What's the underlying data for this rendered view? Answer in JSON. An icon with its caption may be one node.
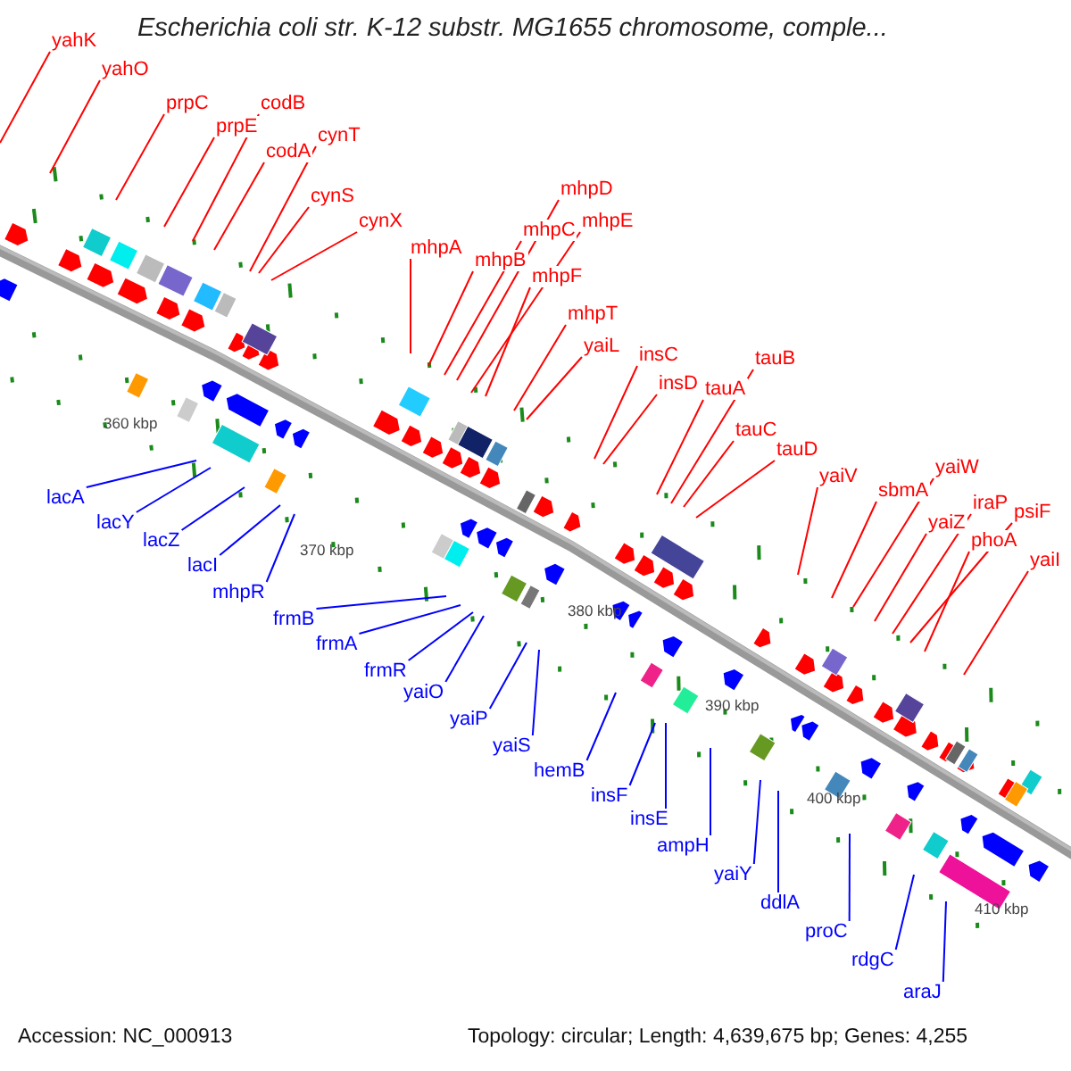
{
  "diagram": {
    "title": "Escherichia coli str. K-12 substr. MG1655 chromosome, comple...",
    "nodes": [
      {
        "text": [
          "yahK"
        ]
      },
      {
        "text": [
          "yahO"
        ]
      },
      {
        "text": [
          "prpC"
        ]
      },
      {
        "text": [
          "prpE"
        ]
      },
      {
        "text": [
          "codB"
        ]
      },
      {
        "text": [
          "codA"
        ]
      },
      {
        "text": [
          "cynT"
        ]
      },
      {
        "text": [
          "cynS"
        ]
      },
      {
        "text": [
          "cynX"
        ]
      },
      {
        "text": [
          "mhpA"
        ]
      },
      {
        "text": [
          "mhpB"
        ]
      },
      {
        "text": [
          "mhpC"
        ]
      },
      {
        "text": [
          "mhpD"
        ]
      },
      {
        "text": [
          "mhpE"
        ]
      },
      {
        "text": [
          "mhpF"
        ]
      },
      {
        "text": [
          "mhpT"
        ]
      },
      {
        "text": [
          "yaiL"
        ]
      },
      {
        "text": [
          "insC"
        ]
      },
      {
        "text": [
          "insD"
        ]
      },
      {
        "text": [
          "tauA"
        ]
      },
      {
        "text": [
          "tauB"
        ]
      },
      {
        "text": [
          "tauC"
        ]
      },
      {
        "text": [
          "tauD"
        ]
      },
      {
        "text": [
          "yaiV"
        ]
      },
      {
        "text": [
          "sbmA"
        ]
      },
      {
        "text": [
          "yaiW"
        ]
      },
      {
        "text": [
          "yaiZ"
        ]
      },
      {
        "text": [
          "iraP"
        ]
      },
      {
        "text": [
          "psiF"
        ]
      },
      {
        "text": [
          "phoA"
        ]
      },
      {
        "text": [
          "yaiI"
        ]
      },
      {
        "text": [
          "lacA"
        ]
      },
      {
        "text": [
          "lacY"
        ]
      },
      {
        "text": [
          "lacZ"
        ]
      },
      {
        "text": [
          "lacI"
        ]
      },
      {
        "text": [
          "mhpR"
        ]
      },
      {
        "text": [
          "frmB"
        ]
      },
      {
        "text": [
          "frmA"
        ]
      },
      {
        "text": [
          "frmR"
        ]
      },
      {
        "text": [
          "yaiO"
        ]
      },
      {
        "text": [
          "yaiP"
        ]
      },
      {
        "text": [
          "yaiS"
        ]
      },
      {
        "text": [
          "hemB"
        ]
      },
      {
        "text": [
          "insF"
        ]
      },
      {
        "text": [
          "insE"
        ]
      },
      {
        "text": [
          "ampH"
        ]
      },
      {
        "text": [
          "yaiY"
        ]
      },
      {
        "text": [
          "ddlA"
        ]
      },
      {
        "text": [
          "proC"
        ]
      },
      {
        "text": [
          "rdgC"
        ]
      },
      {
        "text": [
          "araJ"
        ]
      }
    ],
    "edges": [
      {
        "from": 0,
        "to": null,
        "arrow": "none"
      },
      {
        "from": 1,
        "to": null,
        "arrow": "none"
      },
      {
        "from": 2,
        "to": null,
        "arrow": "none"
      },
      {
        "from": 3,
        "to": null,
        "arrow": "none"
      },
      {
        "from": 4,
        "to": null,
        "arrow": "none"
      },
      {
        "from": 5,
        "to": null,
        "arrow": "none"
      },
      {
        "from": 6,
        "to": null,
        "arrow": "none"
      },
      {
        "from": 7,
        "to": null,
        "arrow": "none"
      },
      {
        "from": 8,
        "to": null,
        "arrow": "none"
      },
      {
        "from": 9,
        "to": null,
        "arrow": "none"
      },
      {
        "from": 10,
        "to": null,
        "arrow": "none"
      },
      {
        "from": 11,
        "to": null,
        "arrow": "none"
      },
      {
        "from": 12,
        "to": null,
        "arrow": "none"
      },
      {
        "from": 13,
        "to": null,
        "arrow": "none"
      },
      {
        "from": 14,
        "to": null,
        "arrow": "none"
      },
      {
        "from": 15,
        "to": null,
        "arrow": "none"
      },
      {
        "from": 16,
        "to": null,
        "arrow": "none"
      },
      {
        "from": 17,
        "to": null,
        "arrow": "none"
      },
      {
        "from": 18,
        "to": null,
        "arrow": "none"
      },
      {
        "from": 19,
        "to": null,
        "arrow": "none"
      },
      {
        "from": 20,
        "to": null,
        "arrow": "none"
      },
      {
        "from": 21,
        "to": null,
        "arrow": "none"
      },
      {
        "from": 22,
        "to": null,
        "arrow": "none"
      },
      {
        "from": 23,
        "to": null,
        "arrow": "none"
      },
      {
        "from": 24,
        "to": null,
        "arrow": "none"
      },
      {
        "from": 25,
        "to": null,
        "arrow": "none"
      },
      {
        "from": 26,
        "to": null,
        "arrow": "none"
      },
      {
        "from": 27,
        "to": null,
        "arrow": "none"
      },
      {
        "from": 28,
        "to": null,
        "arrow": "none"
      },
      {
        "from": 29,
        "to": null,
        "arrow": "none"
      },
      {
        "from": 30,
        "to": null,
        "arrow": "none"
      },
      {
        "from": 31,
        "to": null,
        "arrow": "none",
        "color": "#0000ff"
      },
      {
        "from": 32,
        "to": null,
        "arrow": "none",
        "color": "#0000ff"
      },
      {
        "from": 33,
        "to": null,
        "arrow": "none",
        "color": "#0000ff"
      },
      {
        "from": 34,
        "to": null,
        "arrow": "none",
        "color": "#0000ff"
      },
      {
        "from": 35,
        "to": null,
        "arrow": "none",
        "color": "#0000ff"
      },
      {
        "from": 36,
        "to": null,
        "arrow": "none",
        "color": "#0000ff"
      },
      {
        "from": 37,
        "to": null,
        "arrow": "none",
        "color": "#0000ff"
      },
      {
        "from": 38,
        "to": null,
        "arrow": "none",
        "color": "#0000ff"
      },
      {
        "from": 39,
        "to": null,
        "arrow": "none",
        "color": "#0000ff"
      },
      {
        "from": 40,
        "to": null,
        "arrow": "none",
        "color": "#0000ff"
      },
      {
        "from": 41,
        "to": null,
        "arrow": "none",
        "color": "#0000ff"
      },
      {
        "from": 42,
        "to": null,
        "arrow": "none",
        "color": "#0000ff"
      },
      {
        "from": 43,
        "to": null,
        "arrow": "none",
        "color": "#0000ff"
      },
      {
        "from": 44,
        "to": null,
        "arrow": "none",
        "color": "#0000ff"
      },
      {
        "from": 45,
        "to": null,
        "arrow": "none",
        "color": "#0000ff"
      },
      {
        "from": 46,
        "to": null,
        "arrow": "none",
        "color": "#0000ff"
      },
      {
        "from": 47,
        "to": null,
        "arrow": "none",
        "color": "#0000ff"
      },
      {
        "from": 48,
        "to": null,
        "arrow": "none",
        "color": "#0000ff"
      },
      {
        "from": 49,
        "to": null,
        "arrow": "none",
        "color": "#0000ff"
      },
      {
        "from": 50,
        "to": null,
        "arrow": "none",
        "color": "#0000ff"
      }
    ],
    "labels": [
      "360 kbp",
      "370 kbp",
      "380 kbp",
      "390 kbp",
      "400 kbp",
      "410 kbp",
      "Accession: NC_000913",
      "Topology: circular; Length: 4,639,675 bp; Genes: 4,255"
    ]
  }
}
